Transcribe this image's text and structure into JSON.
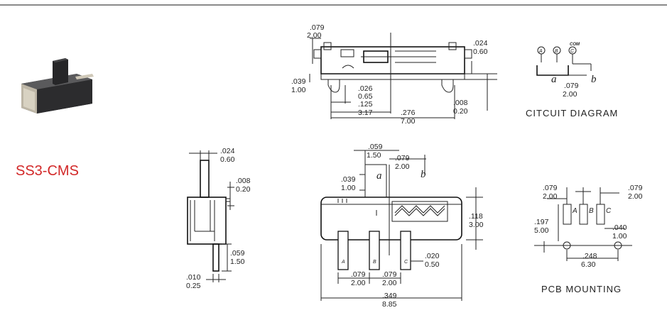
{
  "part_number": "SS3-CMS",
  "colors": {
    "part_number": "#d22828",
    "rule": "#8a8a8a",
    "ink": "#222222"
  },
  "top_view": {
    "d1": [
      ".079",
      "2.00"
    ],
    "d2": [
      ".024",
      "0.60"
    ],
    "d3": [
      ".039",
      "1.00"
    ],
    "d4": [
      ".026",
      "0.65"
    ],
    "d5": [
      ".125",
      "3.17"
    ],
    "d6": [
      ".276",
      "7.00"
    ],
    "d7": [
      ".008",
      "0.20"
    ]
  },
  "circuit": {
    "caption": "CITCUIT  DIAGRAM",
    "pin_a": "A",
    "pin_b": "B",
    "pin_c": "C",
    "com": "COM",
    "pos_a": "a",
    "pos_b": "b",
    "pitch": [
      ".079",
      "2.00"
    ]
  },
  "side_view": {
    "d1": [
      ".024",
      "0.60"
    ],
    "d2": [
      ".008",
      "0.20"
    ],
    "d3": [
      ".059",
      "1.50"
    ],
    "d4": [
      ".010",
      "0.25"
    ]
  },
  "front_view": {
    "d1": [
      ".059",
      "1.50"
    ],
    "d2": [
      ".079",
      "2.00"
    ],
    "d3": [
      ".039",
      "1.00"
    ],
    "d4": [
      ".118",
      "3.00"
    ],
    "d5": [
      ".020",
      "0.50"
    ],
    "d6": [
      ".079",
      "2.00"
    ],
    "d7": [
      ".079",
      "2.00"
    ],
    "d8": [
      ".349",
      "8.85"
    ],
    "pos_a": "a",
    "pos_b": "b",
    "pin_a": "A",
    "pin_b": "B",
    "pin_c": "C"
  },
  "pcb": {
    "caption": "PCB  MOUNTING",
    "d1": [
      ".079",
      "2.00"
    ],
    "d2": [
      ".079",
      "2.00"
    ],
    "d3": [
      ".197",
      "5.00"
    ],
    "d4": [
      ".040",
      "1.00"
    ],
    "d5": [
      ".248",
      "6.30"
    ],
    "pin_a": "A",
    "pin_b": "B",
    "pin_c": "C"
  }
}
